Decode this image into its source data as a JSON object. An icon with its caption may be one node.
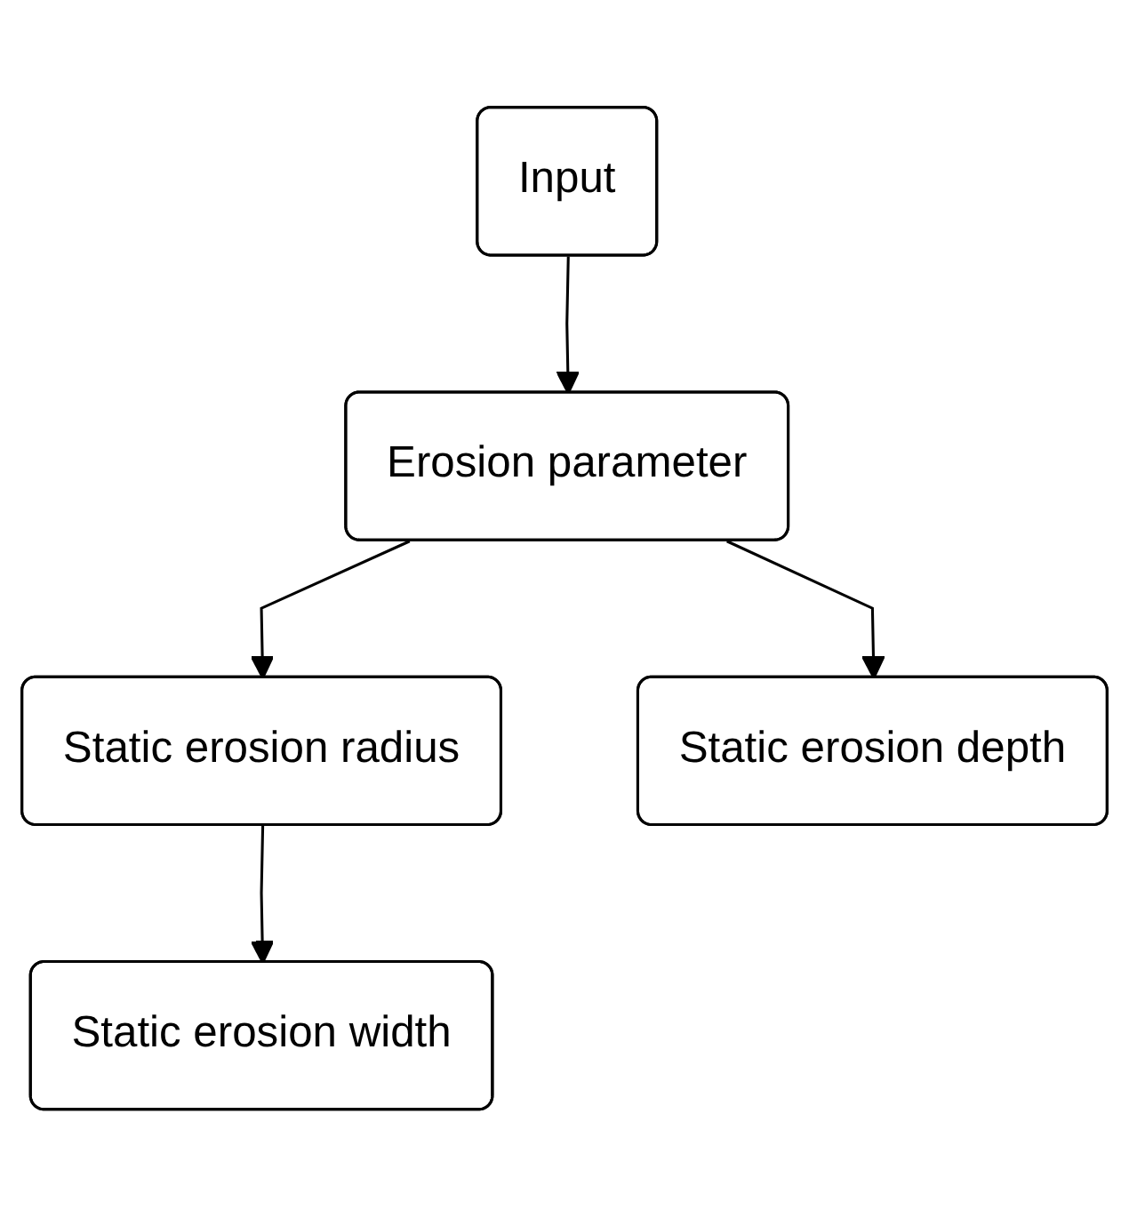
{
  "diagram": {
    "nodes": [
      {
        "text": [
          "Input"
        ]
      },
      {
        "text": [
          "Erosion parameter"
        ]
      },
      {
        "text": [
          "Static erosion radius"
        ]
      },
      {
        "text": [
          "Static erosion depth"
        ]
      },
      {
        "text": [
          "Static erosion width"
        ]
      }
    ],
    "edges": [
      {
        "from": 0,
        "to": 1,
        "arrow": "to"
      },
      {
        "from": 1,
        "to": 3,
        "arrow": "to"
      },
      {
        "from": 1,
        "to": 2,
        "arrow": "to"
      },
      {
        "from": 2,
        "to": 4,
        "arrow": "to"
      }
    ]
  }
}
